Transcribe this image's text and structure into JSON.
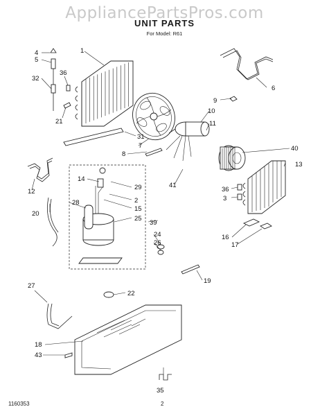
{
  "watermark": "AppliancePartsPros.com",
  "title": "UNIT PARTS",
  "model_line": "For Model: R61",
  "footer": {
    "code": "1160353",
    "page": "2"
  },
  "callouts": {
    "c1": "1",
    "c2": "2",
    "c3": "3",
    "c4": "4",
    "c5": "5",
    "c6": "6",
    "c7": "7",
    "c8": "8",
    "c9": "9",
    "c10": "10",
    "c11": "11",
    "c12": "12",
    "c13": "13",
    "c14": "14",
    "c15": "15",
    "c16": "16",
    "c17": "17",
    "c18": "18",
    "c19": "19",
    "c20": "20",
    "c21": "21",
    "c22": "22",
    "c24": "24",
    "c25": "25",
    "c26": "26",
    "c27": "27",
    "c28": "28",
    "c29": "29",
    "c31": "31",
    "c32": "32",
    "c35": "35",
    "c36a": "36",
    "c36b": "36",
    "c39": "39",
    "c40": "40",
    "c41": "41",
    "c43": "43"
  }
}
